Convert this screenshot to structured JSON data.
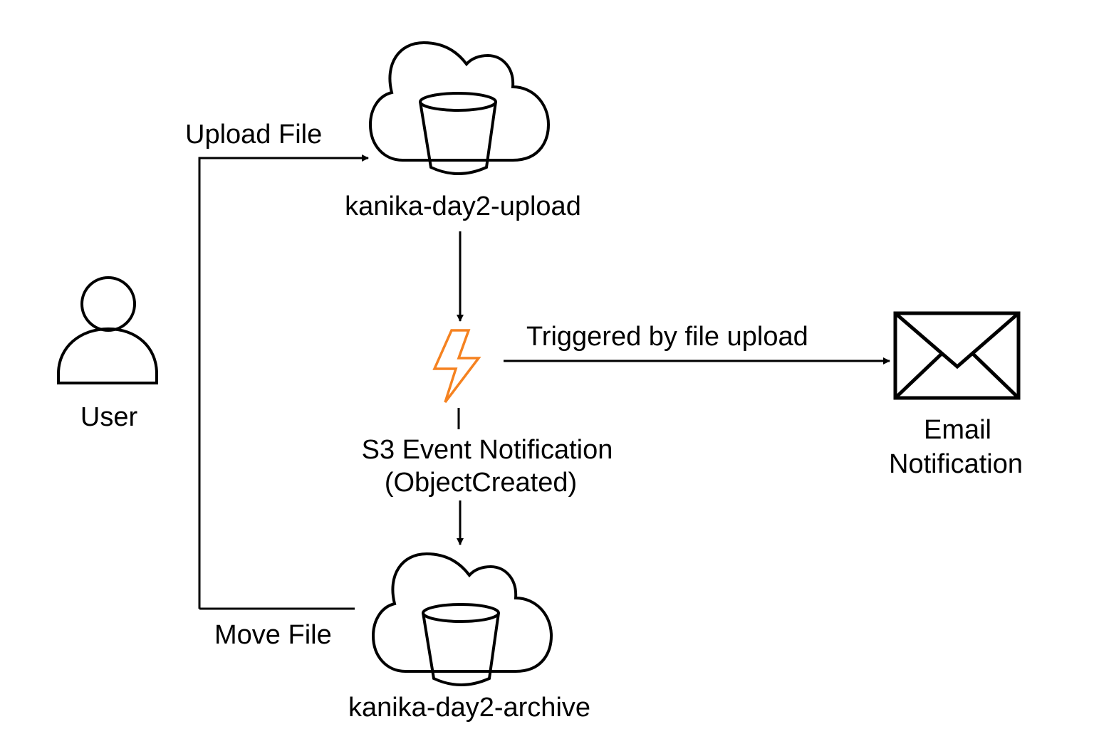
{
  "nodes": {
    "user": {
      "label": "User",
      "icon": "user-icon"
    },
    "upload_bucket": {
      "label": "kanika-day2-upload",
      "icon": "cloud-bucket-icon"
    },
    "trigger": {
      "label_line1": "S3 Event Notification",
      "label_line2": "(ObjectCreated)",
      "icon": "lightning-icon",
      "icon_color": "#F58220"
    },
    "archive_bucket": {
      "label": "kanika-day2-archive",
      "icon": "cloud-bucket-icon"
    },
    "email": {
      "label_line1": "Email",
      "label_line2": "Notification",
      "icon": "envelope-icon"
    }
  },
  "edges": {
    "upload": "Upload File",
    "move": "Move File",
    "notify": "Triggered by file upload"
  },
  "colors": {
    "stroke": "#000000",
    "accent": "#F58220",
    "background": "#FFFFFF"
  }
}
